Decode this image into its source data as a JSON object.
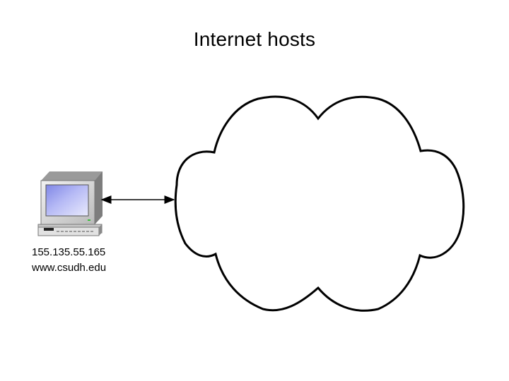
{
  "slide": {
    "title": "Internet hosts"
  },
  "host": {
    "ip_address": "155.135.55.165",
    "domain_name": "www.csudh.edu",
    "icon": "desktop-computer-icon"
  },
  "colors": {
    "background": "#ffffff",
    "cloud_stroke": "#000000",
    "screen_fill": "#aab0f2",
    "computer_body": "#d4d4d4",
    "computer_shadow": "#8c8c8c"
  }
}
